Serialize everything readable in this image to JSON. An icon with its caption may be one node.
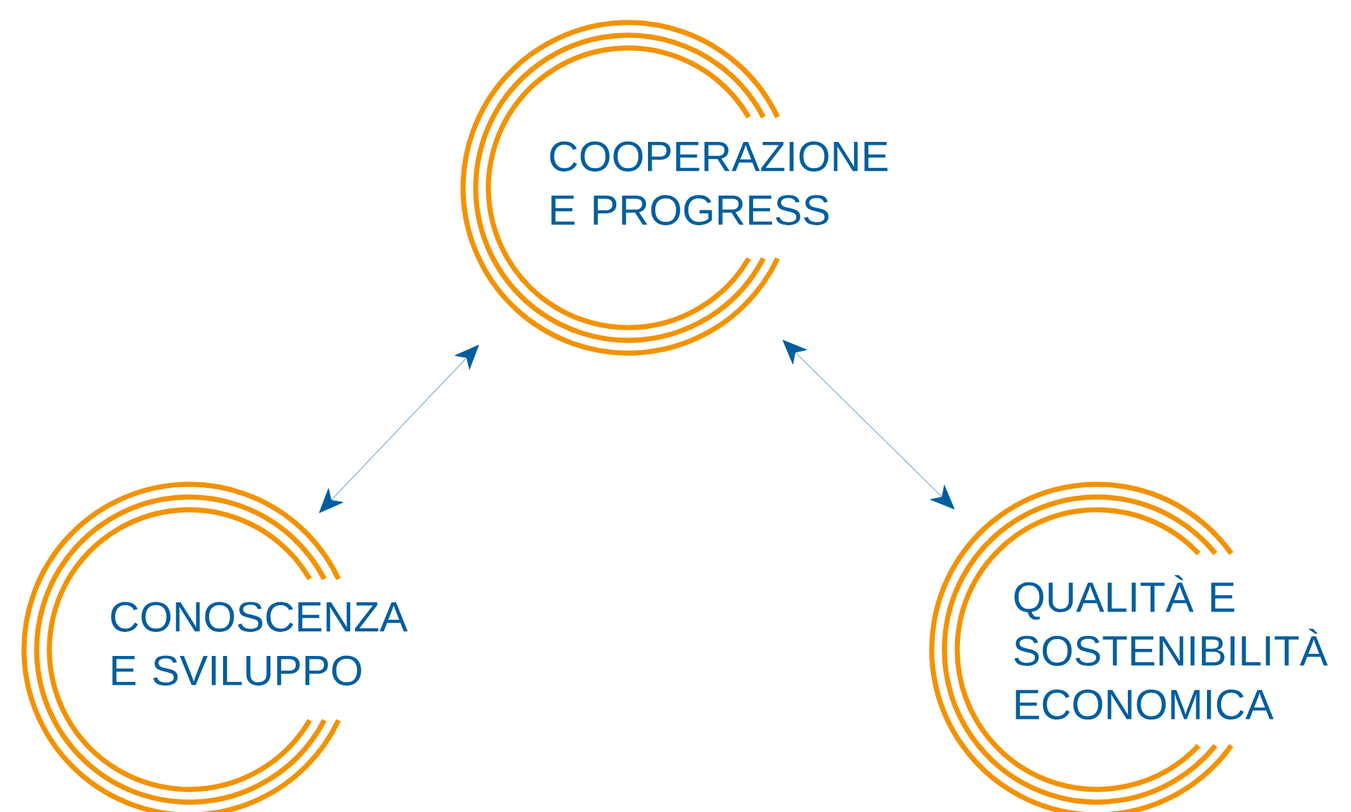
{
  "diagram": {
    "nodes": [
      {
        "text": [
          "COOPERAZIONE E PROGRESS"
        ]
      },
      {
        "text": [
          "CONOSCENZA E SVILUPPO"
        ]
      },
      {
        "text": [
          "QUALITÀ E SOSTENIBILITÀ ECONOMICA"
        ]
      }
    ],
    "edges": [
      {
        "from": 1,
        "to": 0,
        "arrow": "both"
      },
      {
        "from": 0,
        "to": 2,
        "arrow": "both"
      }
    ]
  }
}
